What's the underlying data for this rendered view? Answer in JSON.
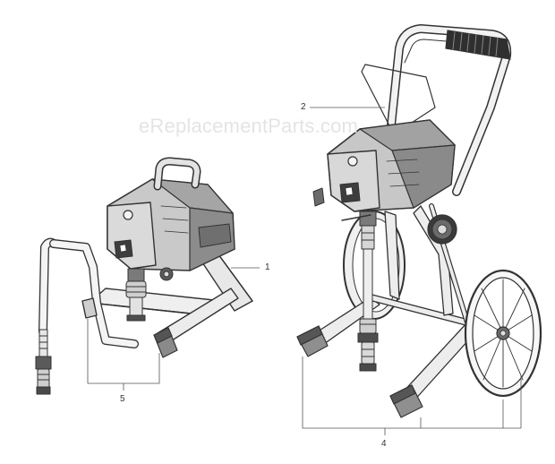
{
  "watermark": "eReplacementParts.com",
  "callouts": {
    "c1": "1",
    "c2": "2",
    "c4": "4",
    "c5": "5"
  },
  "colors": {
    "line": "#333333",
    "dark_fill": "#3a3a3a",
    "mid_fill": "#8f8f8f",
    "light_fill": "#d6d6d6",
    "watermark": "#e4e4e4"
  }
}
